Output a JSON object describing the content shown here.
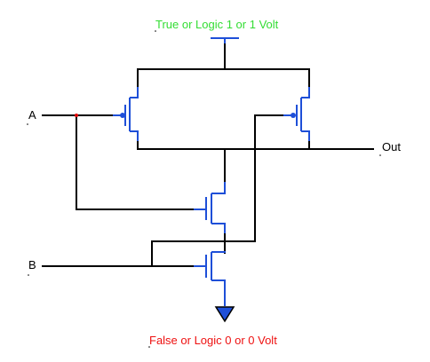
{
  "labels": {
    "supply": "True or Logic 1 or 1 Volt",
    "ground": "False or Logic 0 or 0 Volt",
    "input_a": "A",
    "input_b": "B",
    "output": "Out"
  },
  "colors": {
    "supply_text": "#33dd33",
    "ground_text": "#ee1111",
    "transistor_body": "#1e4fd8",
    "wire": "#000000",
    "junction_dot": "#e00000"
  },
  "icons": {
    "vdd": "vdd-rail-icon",
    "ground": "ground-triangle-icon",
    "pmos": "pmos-transistor-icon",
    "nmos": "nmos-transistor-icon"
  }
}
